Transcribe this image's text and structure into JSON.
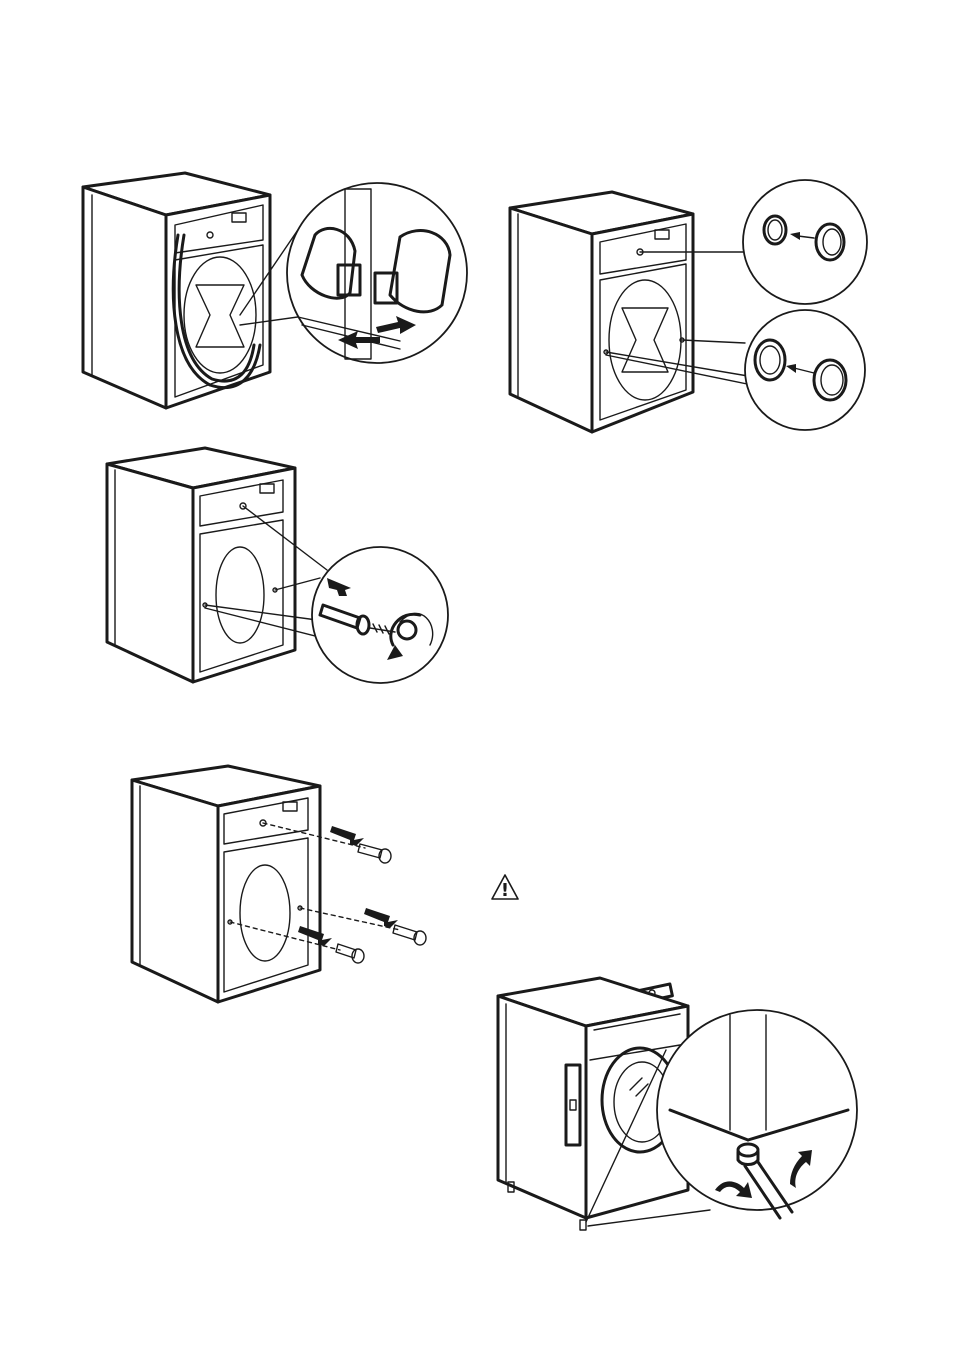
{
  "page": {
    "background": "#ffffff",
    "ink_color": "#1a1a1a"
  },
  "figures": [
    {
      "id": "fig-remove-hose-bracket",
      "icon": "washing-machine-rear-with-hose-clip-zoom"
    },
    {
      "id": "fig-insert-plastic-caps",
      "icon": "washing-machine-rear-with-cap-zoom"
    },
    {
      "id": "fig-unscrew-transit-bolts",
      "icon": "washing-machine-rear-with-bolt-zoom"
    },
    {
      "id": "fig-remove-spacers",
      "icon": "washing-machine-rear-with-spacers"
    },
    {
      "id": "fig-level-machine",
      "icon": "washing-machine-front-with-level-and-foot-zoom"
    }
  ],
  "warning": {
    "icon": "warning-triangle-icon",
    "glyph": "!"
  }
}
